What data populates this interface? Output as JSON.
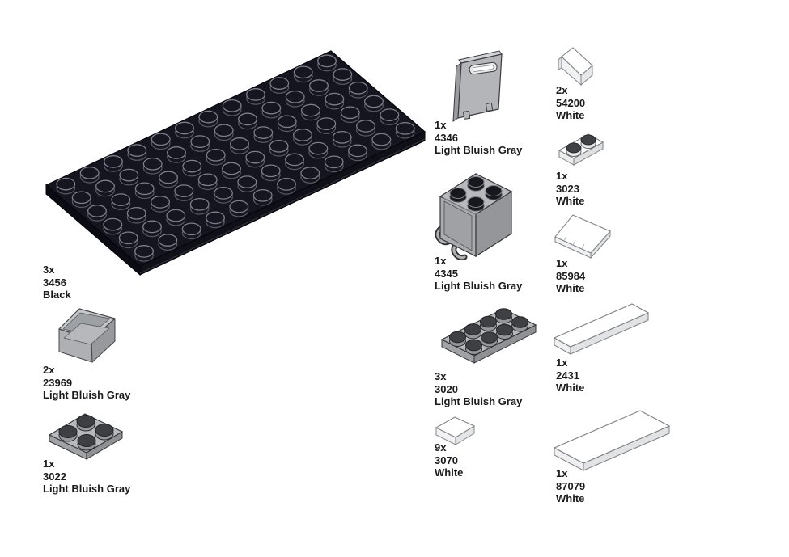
{
  "parts": {
    "items": [
      {
        "qty": "3x",
        "part": "3456",
        "color": "Black"
      },
      {
        "qty": "2x",
        "part": "23969",
        "color": "Light Bluish Gray"
      },
      {
        "qty": "1x",
        "part": "3022",
        "color": "Light Bluish Gray"
      },
      {
        "qty": "1x",
        "part": "4346",
        "color": "Light Bluish Gray"
      },
      {
        "qty": "1x",
        "part": "4345",
        "color": "Light Bluish Gray"
      },
      {
        "qty": "3x",
        "part": "3020",
        "color": "Light Bluish Gray"
      },
      {
        "qty": "9x",
        "part": "3070",
        "color": "White"
      },
      {
        "qty": "2x",
        "part": "54200",
        "color": "White"
      },
      {
        "qty": "1x",
        "part": "3023",
        "color": "White"
      },
      {
        "qty": "1x",
        "part": "85984",
        "color": "White"
      },
      {
        "qty": "1x",
        "part": "2431",
        "color": "White"
      },
      {
        "qty": "1x",
        "part": "87079",
        "color": "White"
      }
    ],
    "colors": {
      "black_part": "#14151e",
      "light_bluish_gray_part": "#b7b9bd",
      "white_part": "#ffffff",
      "label_text": "#1b1b1b",
      "background": "#ffffff"
    }
  }
}
